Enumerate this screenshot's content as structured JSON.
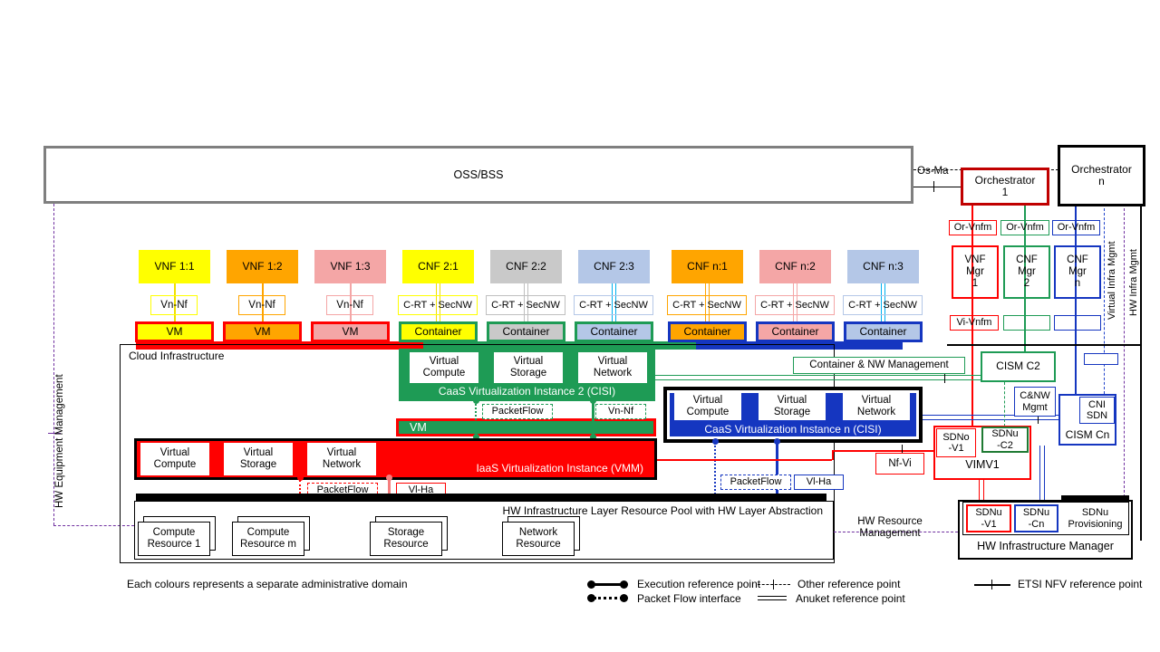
{
  "colors": {
    "yellow": "#FFFF00",
    "orange": "#FFA500",
    "pink": "#F4A6A6",
    "gray": "#C9C9C9",
    "lightblue": "#B4C7E7",
    "green": "#1E9B55",
    "blue": "#1536C0",
    "red": "#FF0000",
    "darkred": "#C00000",
    "salmon": "#F57D7D",
    "cyan": "#00B0F0",
    "purple": "#7030A0",
    "dashblue": "#2244CC",
    "darkgreen": "#1F7A33",
    "grayborder": "#7F7F7F"
  },
  "oss_label": "OSS/BSS",
  "os_ma": "Os-Ma",
  "orch1": "Orchestrator\n1",
  "orchn": "Orchestrator\nn",
  "cols": [
    {
      "name": "VNF 1:1",
      "mid": "Vn-Nf",
      "unit": "VM"
    },
    {
      "name": "VNF 1:2",
      "mid": "Vn-Nf",
      "unit": "VM"
    },
    {
      "name": "VNF 1:3",
      "mid": "Vn-Nf",
      "unit": "VM"
    },
    {
      "name": "CNF 2:1",
      "mid": "C-RT + SecNW",
      "unit": "Container"
    },
    {
      "name": "CNF 2:2",
      "mid": "C-RT + SecNW",
      "unit": "Container"
    },
    {
      "name": "CNF 2:3",
      "mid": "C-RT + SecNW",
      "unit": "Container"
    },
    {
      "name": "CNF n:1",
      "mid": "C-RT + SecNW",
      "unit": "Container"
    },
    {
      "name": "CNF n:2",
      "mid": "C-RT + SecNW",
      "unit": "Container"
    },
    {
      "name": "CNF n:3",
      "mid": "C-RT + SecNW",
      "unit": "Container"
    }
  ],
  "labels": {
    "virtual_compute": "Virtual\nCompute",
    "virtual_storage": "Virtual\nStorage",
    "virtual_network": "Virtual\nNetwork",
    "packetflow": "PacketFlow",
    "vn_nf": "Vn-Nf",
    "vl_ha": "Vl-Ha",
    "or_vnfm": "Or-Vnfm",
    "vm": "VM"
  },
  "cloud": {
    "label": "Cloud Infrastructure",
    "caas2_label": "CaaS Virtualization Instance 2 (CISI)",
    "caasn_label": "CaaS Virtualization Instance n (CISI)",
    "iaas_label": "IaaS Virtualization Instance (VMM)",
    "container_nw": "Container & NW Management"
  },
  "hw": {
    "bar_title": "HW Infrastructure Layer Resource Pool with HW Layer Abstraction",
    "resources": [
      "Compute\nResource 1",
      "Compute\nResource m",
      "Storage\nResource",
      "Network\nResource"
    ],
    "mgmt": "HW Resource\nManagement"
  },
  "right": {
    "vnf_mgr1": "VNF\nMgr\n1",
    "cnf_mgr2": "CNF\nMgr\n2",
    "cnf_mgrn": "CNF\nMgr\nn",
    "vi_vnfm": "Vi-Vnfm",
    "cism_c2": "CISM C2",
    "cnw_mgmt": "C&NW\nMgmt",
    "cni_sdn": "CNI\nSDN",
    "cism_cn": "CISM Cn",
    "sdno_v1": "SDNo\n-V1",
    "sdnu_c2": "SDNu\n-C2",
    "vim_v1": "VIMV1",
    "nf_vi": "Nf-Vi",
    "sdnu_v1": "SDNu\n-V1",
    "sdnu_cn": "SDNu\n-Cn",
    "sdnu_prov": "SDNu\nProvisioning",
    "hw_infra_mgr": "HW Infrastructure Manager",
    "virtual_infra": "Virtual Infra Mgmt",
    "hw_infra": "HW Infra Mgmt"
  },
  "left": {
    "hw_equipment": "HW Equipment Management"
  },
  "legend": {
    "note": "Each colours represents a separate administrative domain",
    "execution": "Execution reference point",
    "packet": "Packet Flow interface",
    "other": "Other reference point",
    "anuket": "Anuket reference point",
    "etsi": "ETSI NFV reference point"
  }
}
